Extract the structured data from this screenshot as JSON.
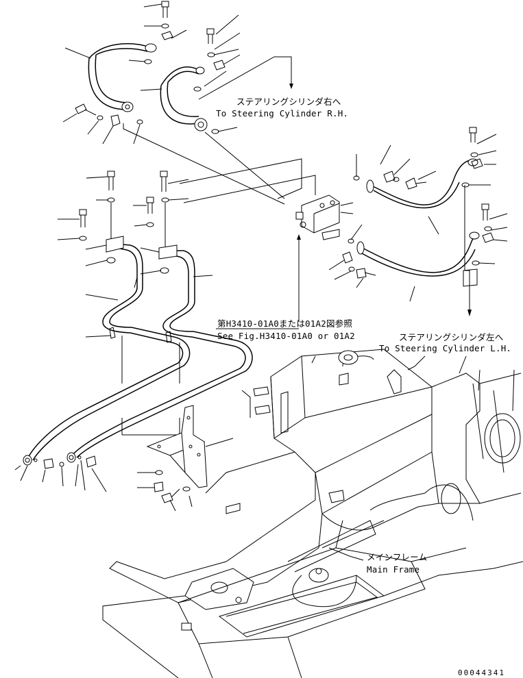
{
  "labels": {
    "cyl_rh_jp": "ステアリングシリンダ右へ",
    "cyl_rh_en": "To Steering Cylinder R.H.",
    "cyl_lh_jp": "ステアリングシリンダ左へ",
    "cyl_lh_en": "To Steering Cylinder L.H.",
    "ref_jp": "第H3410-01A0または01A2図参照",
    "ref_en": "See Fig.H3410-01A0 or 01A2",
    "frame_jp": "メインフレーム",
    "frame_en": "Main Frame",
    "drawing_no": "00044341"
  }
}
